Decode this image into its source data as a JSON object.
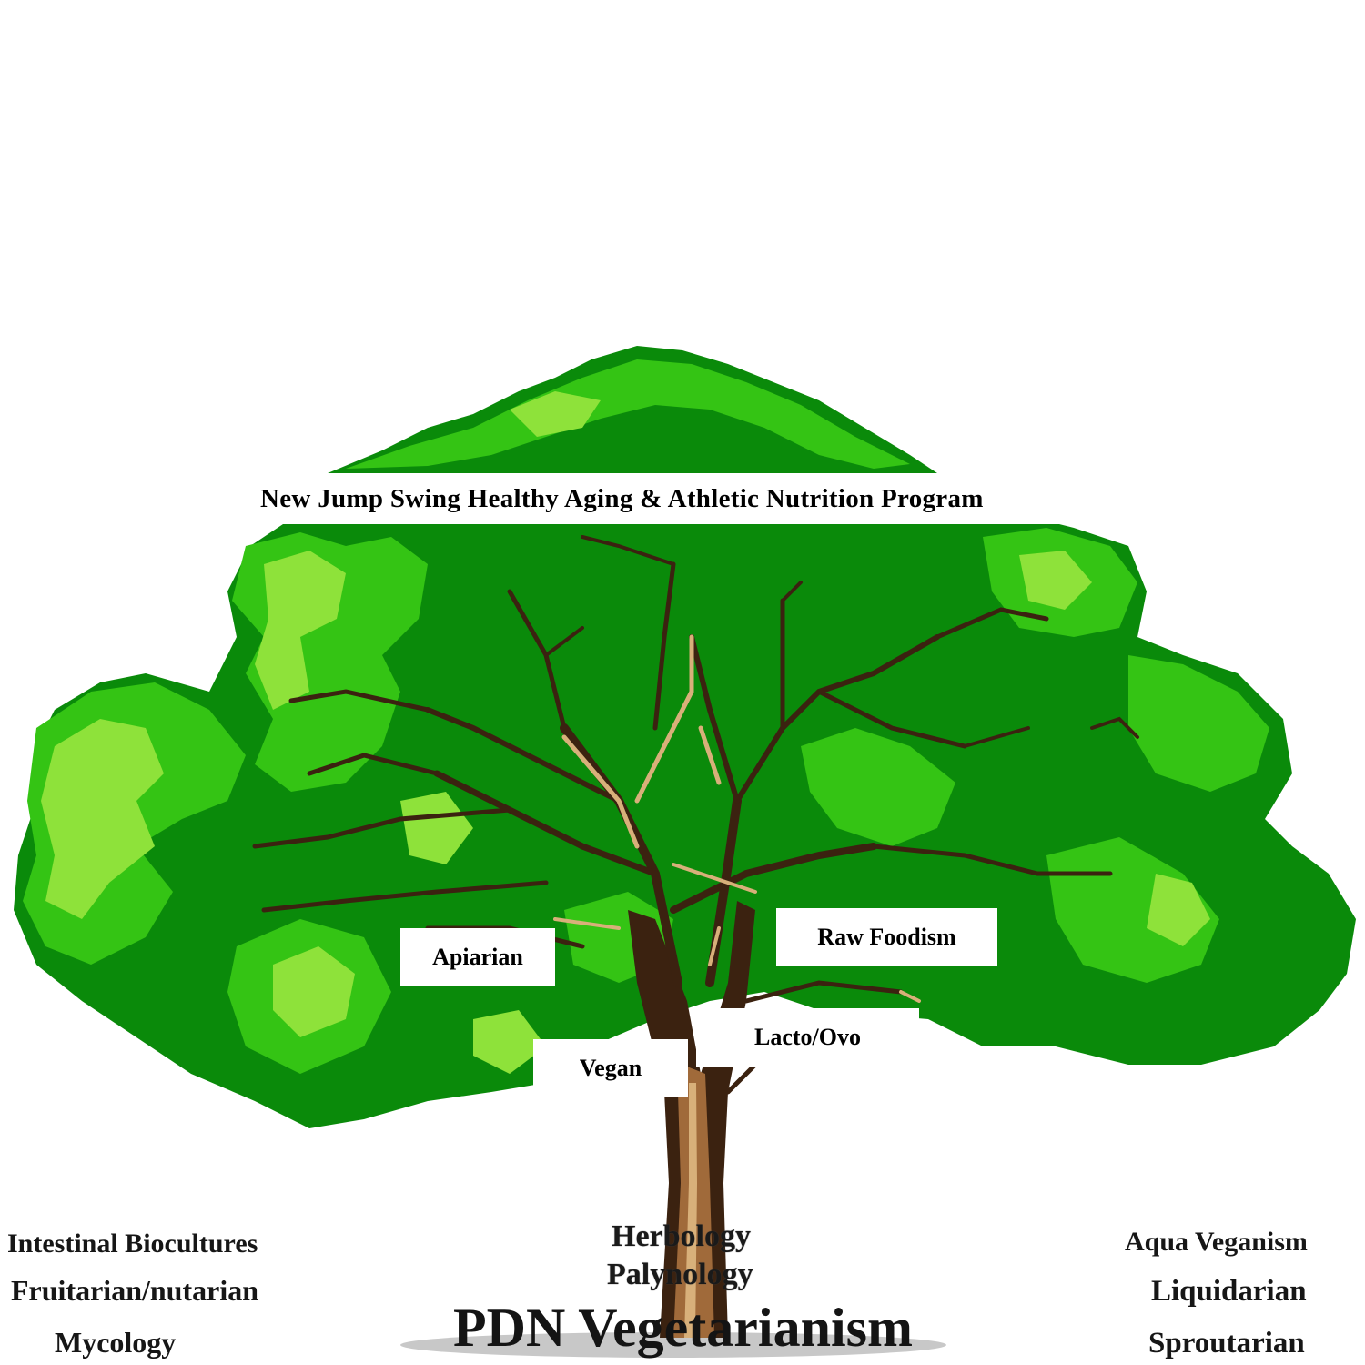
{
  "banner": "New Jump Swing Healthy Aging & Athletic Nutrition Program",
  "branch_labels": {
    "apiarian": "Apiarian",
    "raw_foodism": "Raw Foodism",
    "lacto_ovo": "Lacto/Ovo",
    "vegan": "Vegan"
  },
  "left_column": [
    "Intestinal Biocultures",
    "Fruitarian/nutarian",
    "Mycology"
  ],
  "center_column": [
    "Herbology",
    "Palynology"
  ],
  "right_column": [
    "Aqua Veganism",
    "Liquidarian",
    "Sproutarian"
  ],
  "root_title": "PDN Vegetarianism",
  "colors": {
    "dark_green": "#0a8a0a",
    "mid_green": "#34c414",
    "light_green": "#8ee23a",
    "trunk": "#a06a3a",
    "branch": "#3b2210",
    "branch_highlight": "#d8b07a"
  }
}
